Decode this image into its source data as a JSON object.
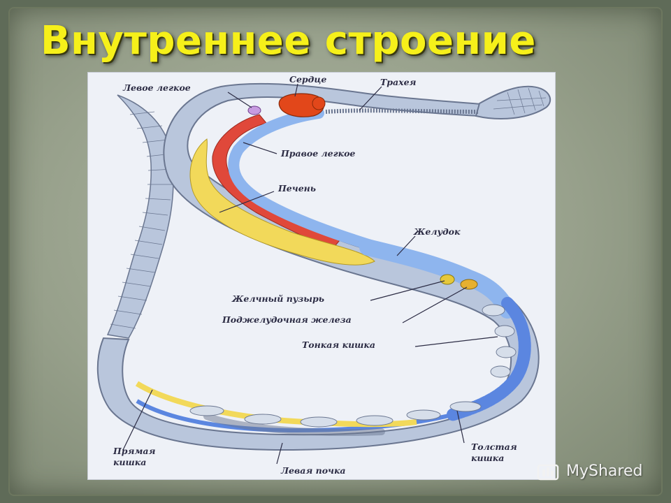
{
  "slide": {
    "title": "Внутреннее строение"
  },
  "diagram": {
    "labels": {
      "left_lung": "Левое легкое",
      "heart": "Сердце",
      "trachea": "Трахея",
      "right_lung": "Правое легкое",
      "liver": "Печень",
      "stomach": "Желудок",
      "gallbladder": "Желчный пузырь",
      "pancreas": "Поджелудочная железа",
      "small_intestine": "Тонкая кишка",
      "rectum_line1": "Прямая",
      "rectum_line2": "кишка",
      "large_intestine_line1": "Толстая",
      "large_intestine_line2": "кишка",
      "left_kidney": "Левая почка"
    },
    "colors": {
      "body": "#b9c6dc",
      "body_outline": "#6a7690",
      "heart": "#e2471a",
      "left_lung": "#c79be0",
      "right_lung": "#e0483a",
      "liver": "#f2d95a",
      "digestive": "#5b86e0",
      "stomach": "#8eb5ee",
      "gallbladder": "#e6c83a"
    }
  },
  "watermark": {
    "text": "MyShared"
  }
}
